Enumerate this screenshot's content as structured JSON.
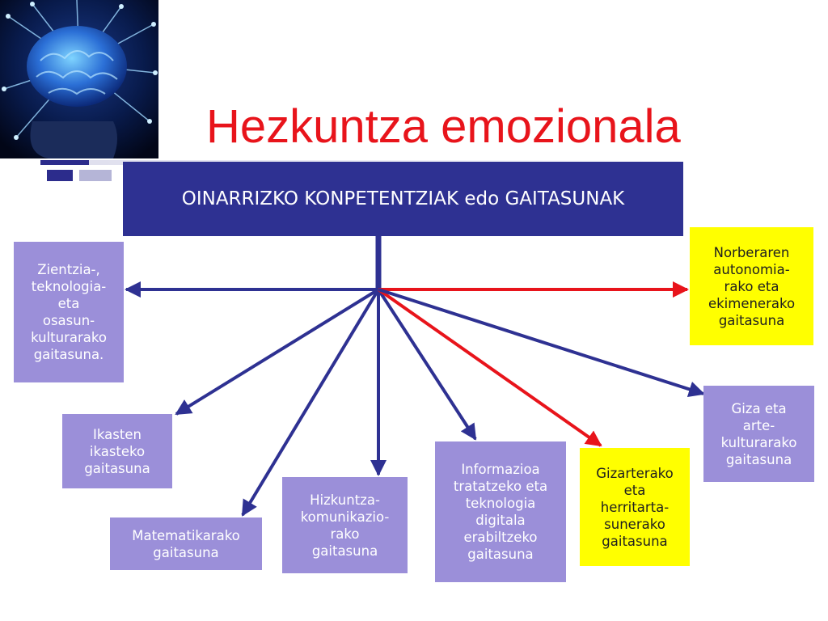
{
  "title": "Hezkuntza emozionala",
  "header": "OINARRIZKO KONPETENTZIAK edo GAITASUNAK",
  "colors": {
    "title": "#e8141b",
    "header_bg": "#2e3192",
    "link_blue": "#2e3192",
    "link_red": "#e8141b",
    "node_purple": "#9b8fd9",
    "node_yellow": "#ffff00"
  },
  "image": {
    "icon": "brain-icon"
  },
  "nodes": [
    {
      "id": "zientzia",
      "label": "Zientzia-,\nteknologia-\neta\nosasun-\nkulturarako\ngaitasuna.",
      "color": "purple"
    },
    {
      "id": "norberaren",
      "label": "Norberaren\nautonomia-\nrako eta\nekimenerako\ngaitasuna",
      "color": "yellow"
    },
    {
      "id": "ikasten",
      "label": "Ikasten\nikasteko\ngaitasuna",
      "color": "purple"
    },
    {
      "id": "matematikarako",
      "label": "Matematikarako\ngaitasuna",
      "color": "purple"
    },
    {
      "id": "hizkuntza",
      "label": "Hizkuntza-\nkomunikazio-\nrako\ngaitasuna",
      "color": "purple"
    },
    {
      "id": "informazioa",
      "label": "Informazioa\ntratatzeko eta\nteknologia\ndigitala\nerabiltzeko\ngaitasuna",
      "color": "purple"
    },
    {
      "id": "gizarterako",
      "label": "Gizarterako\neta\nherritarta-\nsunerako\ngaitasuna",
      "color": "yellow"
    },
    {
      "id": "giza",
      "label": "Giza eta\narte-\nkulturarako\ngaitasuna",
      "color": "purple"
    }
  ]
}
